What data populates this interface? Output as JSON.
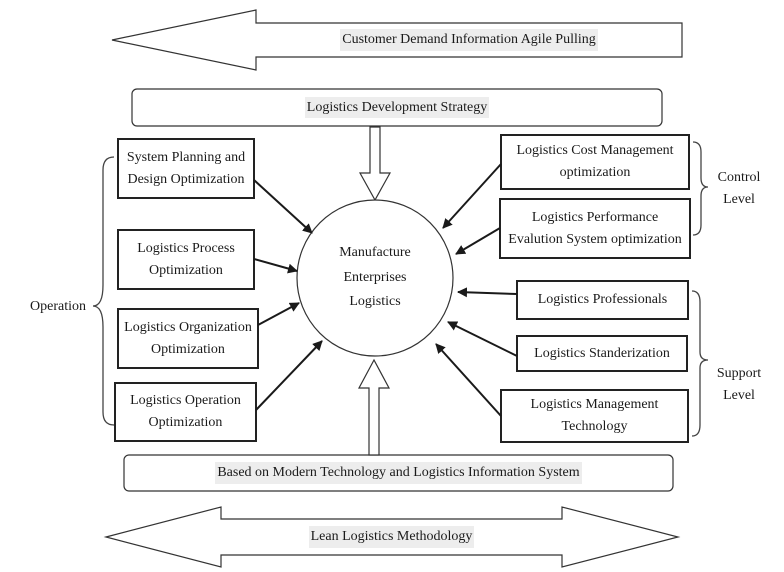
{
  "top_arrow": {
    "label": "Customer Demand Information Agile Pulling"
  },
  "strategy": {
    "label": "Logistics Development Strategy"
  },
  "center": {
    "line1": "Manufacture",
    "line2": "Enterprises",
    "line3": "Logistics"
  },
  "left_boxes": [
    {
      "line1": "System Planning and",
      "line2": "Design Optimization"
    },
    {
      "line1": "Logistics Process",
      "line2": "Optimization"
    },
    {
      "line1": "Logistics Organization",
      "line2": "Optimization"
    },
    {
      "line1": "Logistics Operation",
      "line2": "Optimization"
    }
  ],
  "right_boxes": [
    {
      "line1": "Logistics Cost Management",
      "line2": "optimization"
    },
    {
      "line1": "Logistics Performance",
      "line2": "Evalution System optimization"
    },
    {
      "line1": "Logistics Professionals"
    },
    {
      "line1": "Logistics Standerization"
    },
    {
      "line1": "Logistics Management",
      "line2": "Technology"
    }
  ],
  "groups": {
    "operation": "Operation",
    "control": {
      "line1": "Control",
      "line2": "Level"
    },
    "support": {
      "line1": "Support",
      "line2": "Level"
    }
  },
  "foundation": {
    "label": "Based on Modern Technology and Logistics Information System"
  },
  "bottom_arrow": {
    "label": "Lean Logistics Methodology"
  }
}
